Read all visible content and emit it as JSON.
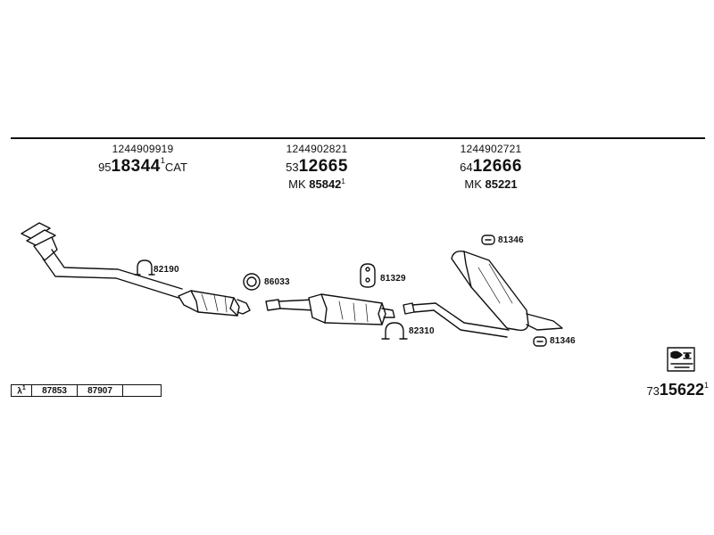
{
  "columns": [
    {
      "oe": "1244909919",
      "prefix": "95",
      "number": "18344",
      "sup": "1",
      "suffix": "CAT",
      "mk_label": "",
      "mk_value": "",
      "mk_sup": ""
    },
    {
      "oe": "1244902821",
      "prefix": "53",
      "number": "12665",
      "sup": "",
      "suffix": "",
      "mk_label": "MK",
      "mk_value": "85842",
      "mk_sup": "1"
    },
    {
      "oe": "1244902721",
      "prefix": "64",
      "number": "12666",
      "sup": "",
      "suffix": "",
      "mk_label": "MK",
      "mk_value": "85221",
      "mk_sup": ""
    }
  ],
  "part_labels": {
    "clamp_1": "82190",
    "gasket": "86033",
    "mount_1": "81329",
    "clamp_2": "82310",
    "hanger_top": "81346",
    "hanger_bottom": "81346"
  },
  "ref_table": {
    "lambda": "λ",
    "lambda_sup": "1",
    "codes": [
      "87853",
      "87907"
    ]
  },
  "footer": {
    "prefix": "73",
    "number": "15622",
    "sup": "1"
  }
}
